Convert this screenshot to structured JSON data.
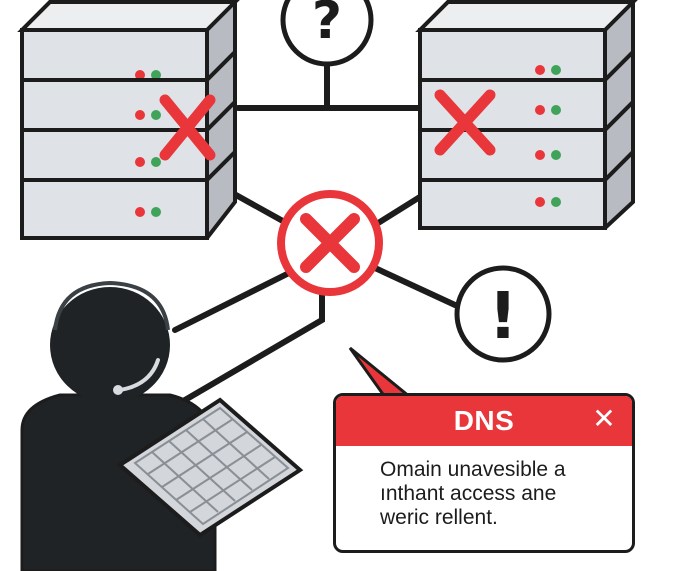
{
  "dialog": {
    "title": "DNS",
    "close_glyph": "✕",
    "lines": [
      "Omain unavesible a",
      "ınthant access ane",
      "weric rellent."
    ]
  },
  "icons": {
    "question_glyph": "?",
    "error_glyph": "✕",
    "warning_glyph": "!"
  },
  "colors": {
    "error_red": "#e8363b",
    "outline": "#1c1c1c",
    "server_body": "#b8bcc2",
    "server_face": "#dfe2e6",
    "led_red": "#e8363b",
    "led_green": "#3fa35a"
  }
}
